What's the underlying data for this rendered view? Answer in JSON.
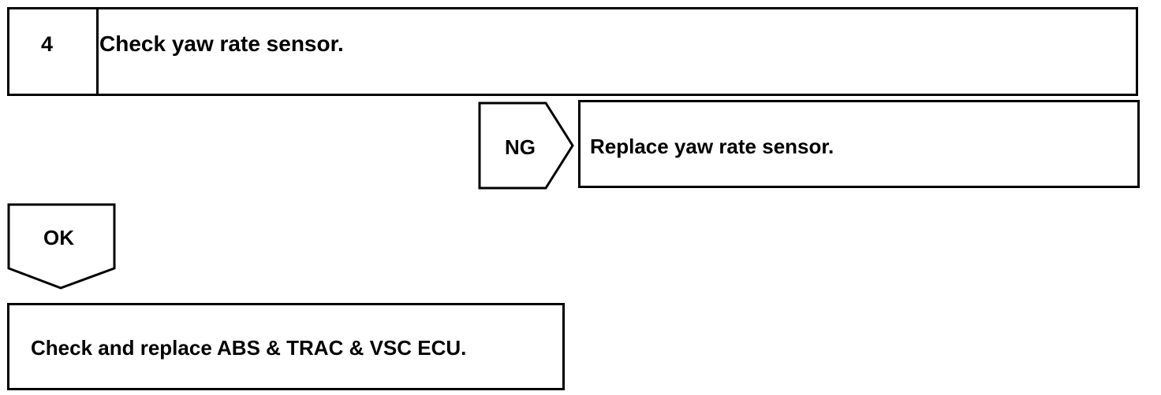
{
  "step": {
    "number": "4",
    "title": "Check yaw rate sensor."
  },
  "ng_branch": {
    "label": "NG",
    "action": "Replace yaw rate sensor."
  },
  "ok_branch": {
    "label": "OK",
    "action": "Check and replace ABS & TRAC & VSC ECU."
  },
  "colors": {
    "line": "#000000",
    "background": "#ffffff"
  }
}
